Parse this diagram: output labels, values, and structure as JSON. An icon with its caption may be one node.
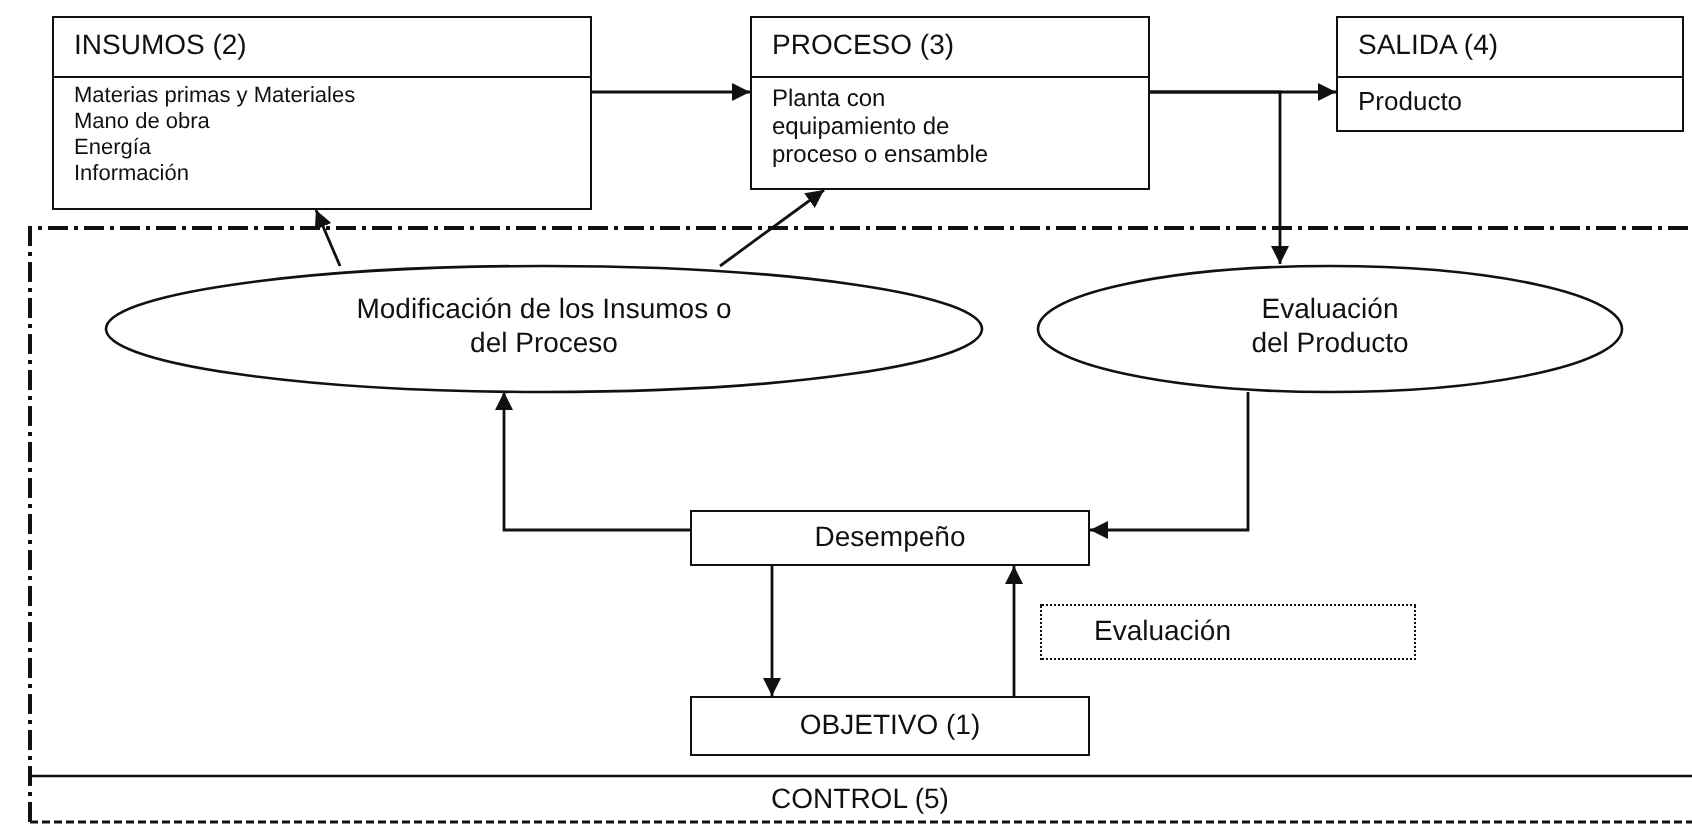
{
  "diagram": {
    "nodes": [
      {
        "text": [
          "CONTROL (5)"
        ]
      },
      {
        "text": [
          "INSUMOS (2)",
          "Materias primas y Materiales",
          "Mano de obra",
          "Energía",
          "Información"
        ]
      },
      {
        "text": [
          "PROCESO (3)",
          "Planta con equipamiento de proceso o ensamble"
        ]
      },
      {
        "text": [
          "SALIDA (4)",
          "Producto"
        ]
      },
      {
        "text": [
          "Modificación de los Insumos o del Proceso"
        ],
        "in": 0
      },
      {
        "text": [
          "Evaluación del Producto"
        ],
        "in": 0
      },
      {
        "text": [
          "Desempeño"
        ],
        "in": 0
      },
      {
        "text": [
          "OBJETIVO (1)"
        ],
        "in": 0
      },
      {
        "text": [
          "Evaluación"
        ],
        "in": 0
      }
    ],
    "edges": [
      {
        "from": 1,
        "to": 2,
        "arrow": "to"
      },
      {
        "from": 2,
        "to": 3,
        "arrow": "to"
      },
      {
        "from": 2,
        "to": 5,
        "arrow": "to"
      },
      {
        "from": 4,
        "to": 1,
        "arrow": "to"
      },
      {
        "from": 4,
        "to": 2,
        "arrow": "to"
      },
      {
        "from": 5,
        "to": 6,
        "arrow": "to"
      },
      {
        "from": 6,
        "to": 4,
        "arrow": "to"
      },
      {
        "from": 6,
        "to": 7,
        "arrow": "to"
      },
      {
        "from": 7,
        "to": 6,
        "arrow": "to"
      }
    ]
  }
}
